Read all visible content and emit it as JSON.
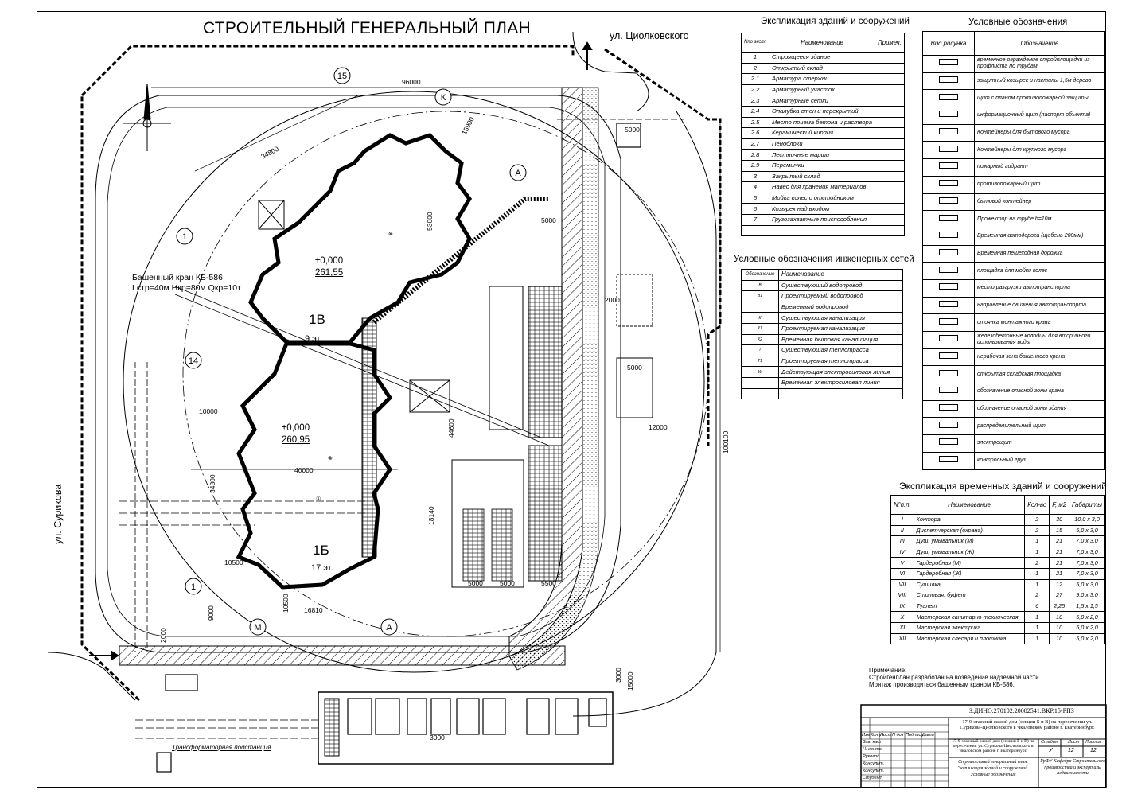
{
  "title": "СТРОИТЕЛЬНЫЙ ГЕНЕРАЛЬНЫЙ ПЛАН",
  "streets": {
    "top": "ул. Циолковского",
    "left": "ул. Сурикова"
  },
  "crane": {
    "name": "Башенный кран КБ-586",
    "params": "Lстр=40м Hкр=80м Qкр=10т"
  },
  "buildings": {
    "b1v": {
      "name": "1В",
      "floors": "9 эт.",
      "level": "±0,000",
      "abs": "261,55"
    },
    "b1b": {
      "name": "1Б",
      "floors": "17 эт.",
      "level": "±0,000",
      "abs": "260,95"
    }
  },
  "dims": [
    "96000",
    "34800",
    "15900",
    "53000",
    "5000",
    "5000",
    "2000",
    "44600",
    "34800",
    "10000",
    "40000",
    "18140",
    "5000",
    "5000",
    "5500",
    "16810",
    "10500",
    "10500",
    "12000",
    "5000",
    "100100",
    "3000",
    "15000",
    "2000",
    "9000",
    "3000"
  ],
  "axes": [
    "15",
    "К",
    "А",
    "1",
    "14",
    "1",
    "М",
    "А"
  ],
  "transformer": "Трансформаторная подстанция",
  "explication": {
    "title": "Экспликация зданий и сооружений",
    "headers": [
      "Nпо экспл",
      "Наименование",
      "Примеч."
    ],
    "rows": [
      [
        "1",
        "Строящееся здание"
      ],
      [
        "2",
        "Открытый склад"
      ],
      [
        "2.1",
        "Арматура стержни"
      ],
      [
        "2.2",
        "Арматурный участок"
      ],
      [
        "2.3",
        "Арматурные сетки"
      ],
      [
        "2.4",
        "Опалубка стен и перекрытий"
      ],
      [
        "2.5",
        "Место приема бетона и раствора"
      ],
      [
        "2.6",
        "Керамический кирпич"
      ],
      [
        "2.7",
        "Пеноблоки"
      ],
      [
        "2.8",
        "Лестничные марши"
      ],
      [
        "2.9",
        "Перемычки"
      ],
      [
        "3",
        "Закрытый склад"
      ],
      [
        "4",
        "Навес для хранения материалов"
      ],
      [
        "5",
        "Мойка колес с отстойником"
      ],
      [
        "6",
        "Козырек над входом"
      ],
      [
        "7",
        "Грузозахватные приспособления"
      ],
      [
        "",
        ""
      ]
    ]
  },
  "symbols": {
    "title": "Условные обозначения",
    "headers": [
      "Вид рисунка",
      "Обозначение"
    ],
    "rows": [
      "временное ограждение стройплощадки из профлиста по трубам",
      "защитный козырек и настилы 1,5м дерево",
      "щит с планом противопожарной защиты",
      "информационный щит (паспорт объекта)",
      "Контейнеры для бытового мусора",
      "Контейнеры для крупного мусора",
      "пожарный гидрант",
      "противопожарный щит",
      "бытовой контейнер",
      "Прожектор на трубе h=10м",
      "Временная автодорога (щебень 200мм)",
      "Временная пешеходная дорожка",
      "площадка для мойки колес",
      "место разгрузки автотранспорта",
      "направление движения автотранспорта",
      "стоянка монтажного крана",
      "железобетонные колодцы для вторичного использования воды",
      "нерабочая зона башенного крана",
      "открытая складская площадка",
      "обозначение опасной зоны крана",
      "обозначение опасной зоны здания",
      "распределительный щит",
      "электрощит",
      "контрольный груз"
    ]
  },
  "networks": {
    "title": "Условные обозначения инженерных сетей",
    "headers": [
      "Обозначение",
      "Наименование"
    ],
    "rows": [
      [
        "В",
        "Существующий водопровод"
      ],
      [
        "В1",
        "Проектируемый водопровод"
      ],
      [
        "",
        "Временный водопровод"
      ],
      [
        "К",
        "Существующая канализация"
      ],
      [
        "К1",
        "Проектируемая канализация"
      ],
      [
        "К2",
        "Временная бытовая канализация"
      ],
      [
        "Т",
        "Существующая теплотрасса"
      ],
      [
        "Т1",
        "Проектируемая теплотрасса"
      ],
      [
        "W",
        "Действующая электросиловая линия"
      ],
      [
        "",
        "Временная электросиловая линия"
      ],
      [
        "",
        ""
      ]
    ]
  },
  "temp": {
    "title": "Экспликация временных зданий и сооружений",
    "headers": [
      "N°п.п.",
      "Наименование",
      "Кол-во",
      "F, м2",
      "Габариты"
    ],
    "rows": [
      [
        "I",
        "Контора",
        "2",
        "30",
        "10,0 x 3,0"
      ],
      [
        "II",
        "Диспетчерская (охрана)",
        "2",
        "15",
        "5,0 x 3,0"
      ],
      [
        "III",
        "Душ, умывальник (М)",
        "1",
        "21",
        "7,0 x 3,0"
      ],
      [
        "IV",
        "Душ, умывальник (Ж)",
        "1",
        "21",
        "7,0 x 3,0"
      ],
      [
        "V",
        "Гардеробная (М)",
        "2",
        "21",
        "7,0 x 3,0"
      ],
      [
        "VI",
        "Гардеробная (Ж)",
        "1",
        "21",
        "7,0 x 3,0"
      ],
      [
        "VII",
        "Сушилка",
        "1",
        "12",
        "5,0 x 3,0"
      ],
      [
        "VIII",
        "Столовая, буфет",
        "2",
        "27",
        "9,0 x 3,0"
      ],
      [
        "IX",
        "Туалет",
        "6",
        "2,25",
        "1,5 x 1,5"
      ],
      [
        "X",
        "Мастерская санитарно-техническая",
        "1",
        "10",
        "5,0 x 2,0"
      ],
      [
        "XI",
        "Мастерская электрика",
        "1",
        "10",
        "5,0 x 2,0"
      ],
      [
        "XII",
        "Мастерская слесаря и плотника",
        "1",
        "10",
        "5,0 x 2,0"
      ]
    ]
  },
  "notes": {
    "l1": "Примечание:",
    "l2": "Стройгенплан разработан на возведение надземной части.",
    "l3": "Монтаж производиться башенным краном КБ-586."
  },
  "stamp": {
    "code": "З.ДИНО.270102.20082541.ВКР.15-РПЗ",
    "project": "17-9-этажный жилой дом (секции Б и В) на пересечении ул. Сурикова-Циолковского в Чкаловском районе г. Екатеринбург.",
    "project_short": "17-9-этажный жилой дом (секции Б и В) на пересечении ул. Сурикова-Циолковского в Чкаловском районе г. Екатеринбург.",
    "sheet_title": "Строительный генеральный план. Экспликация зданий и сооружений. Условные обозначения",
    "org": "УрФУ Кафедра Строительного производства и экспертизы недвижимости",
    "hdr": [
      "Изм",
      "Кол.уч",
      "Лист",
      "N док",
      "Подпись",
      "Дата"
    ],
    "roles": [
      "Зав. каф",
      "Н. контр.",
      "Руковод.",
      "Консульт.",
      "Консульт.",
      "Студент"
    ],
    "stage_hdr": [
      "Стадия",
      "Лист",
      "Листов"
    ],
    "stage_vals": [
      "У",
      "12",
      "12"
    ]
  }
}
